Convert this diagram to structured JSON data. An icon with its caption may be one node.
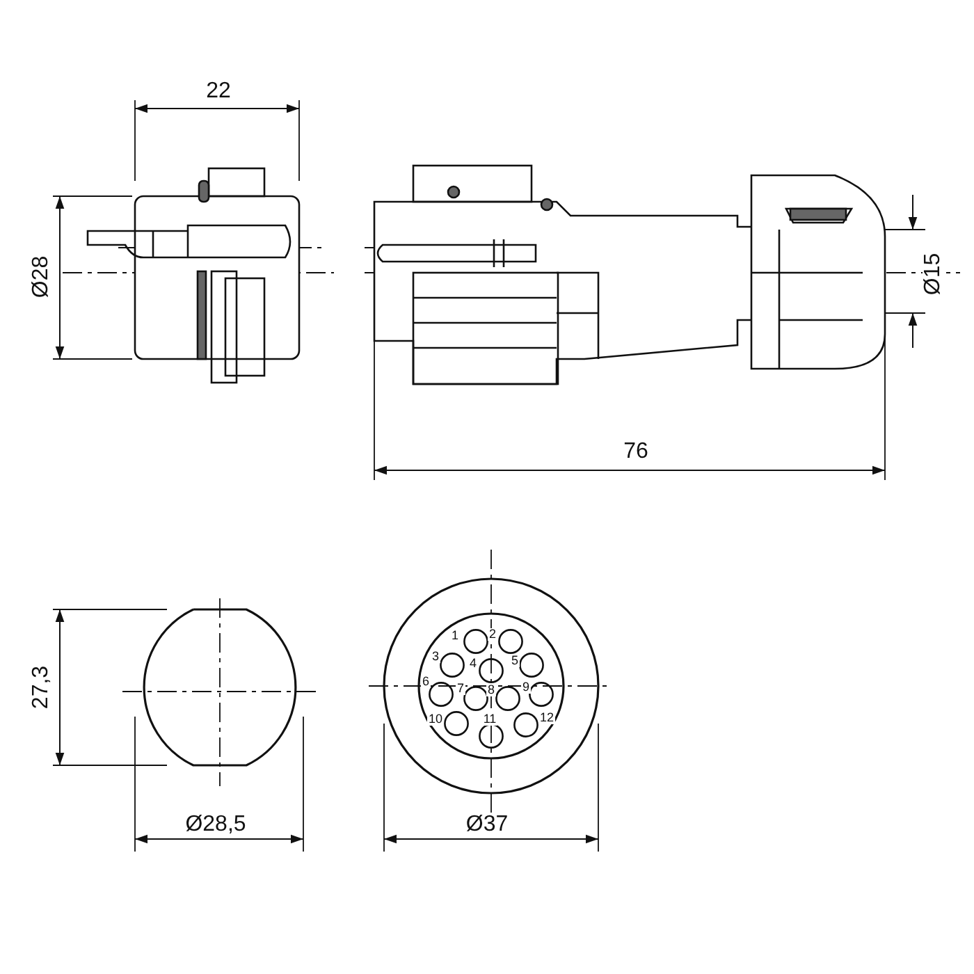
{
  "diagram": {
    "labels": [
      "22",
      "Ø28",
      "Ø15",
      "76",
      "27,3",
      "1",
      "2",
      "3",
      "4",
      "5",
      "6",
      "7",
      "8",
      "9",
      "10",
      "11",
      "12",
      "Ø28,5",
      "Ø37"
    ]
  }
}
